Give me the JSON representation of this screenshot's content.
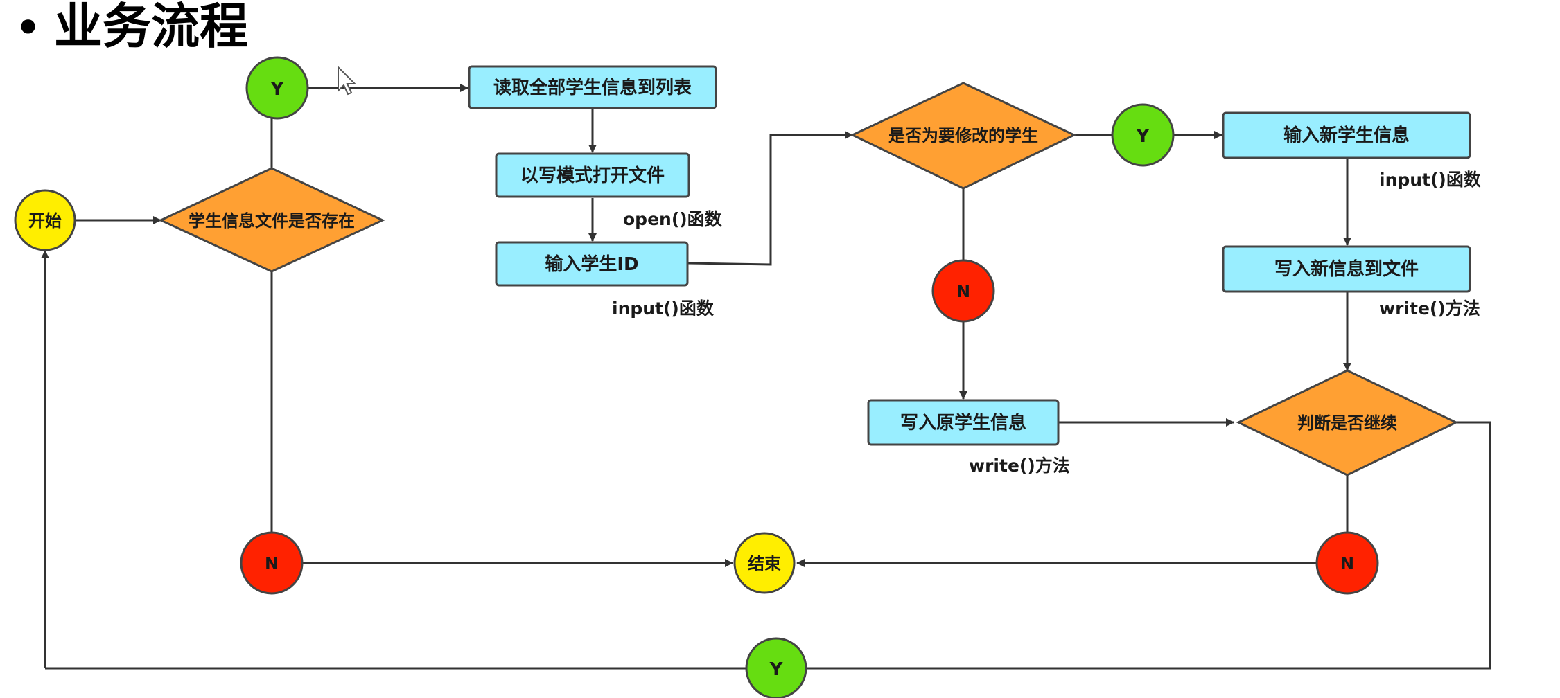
{
  "title": {
    "bullet": "•",
    "text": "业务流程"
  },
  "colors": {
    "yes_node": "#66dd11",
    "no_node": "#ff2200",
    "terminal": "#ffee00",
    "decision": "#ffa033",
    "process": "#99eeff",
    "line": "#333333"
  },
  "nodes": {
    "start": "开始",
    "end": "结束",
    "d_file_exists": "学生信息文件是否存在",
    "y_file": "Y",
    "n_file": "N",
    "p_read_all": "读取全部学生信息到列表",
    "p_open_write": "以写模式打开文件",
    "p_input_id": "输入学生ID",
    "d_is_target": "是否为要修改的学生",
    "y_target": "Y",
    "n_target": "N",
    "p_input_new": "输入新学生信息",
    "p_write_new": "写入新信息到文件",
    "p_write_orig": "写入原学生信息",
    "d_continue": "判断是否继续",
    "n_continue": "N",
    "y_continue": "Y"
  },
  "annotations": {
    "open_func": "open()函数",
    "input_func_1": "input()函数",
    "input_func_2": "input()函数",
    "write_method_1": "write()方法",
    "write_method_2": "write()方法"
  },
  "icons": {
    "cursor": "mouse-cursor-icon"
  }
}
